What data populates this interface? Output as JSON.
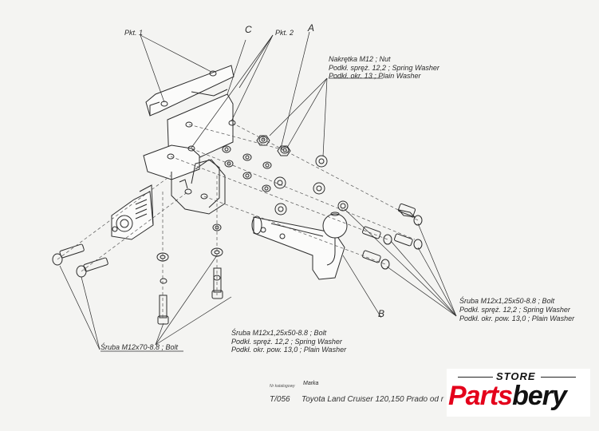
{
  "labels": {
    "pkt1": "Pkt. 1",
    "pkt2": "Pkt. 2",
    "letter_c": "C",
    "letter_a": "A",
    "letter_b": "B",
    "nut_line1": "Nakrętka M12 ; Nut",
    "nut_line2": "Podkł. spręż. 12,2 ; Spring Washer",
    "nut_line3": "Podkł. okr. 13 ; Plain Washer",
    "bolt_right_line1": "Śruba M12x1,25x50-8.8 ;  Bolt",
    "bolt_right_line2": "Podkł. spręż. 12,2 ; Spring Washer",
    "bolt_right_line3": "Podkł. okr. pow. 13,0 ; Plain Washer",
    "bolt_center_line1": "Śruba M12x1,25x50-8.8 ;  Bolt",
    "bolt_center_line2": "Podkł. spręż. 12,2 ; Spring Washer",
    "bolt_center_line3": "Podkł. okr. pow. 13,0 ; Plain Washer",
    "bolt_left": "Śruba M12x70-8.8 ;  Bolt"
  },
  "footer": {
    "catalog_header": "Nr katalogowy",
    "brand_header": "Marka",
    "catalog_number": "T/056",
    "vehicle": "Toyota Land Cruiser 120,150 Prado   od r"
  },
  "brand": {
    "store": "STORE",
    "name_part1": "Parts",
    "name_part2": "bery",
    "accent": "#e4001b"
  }
}
